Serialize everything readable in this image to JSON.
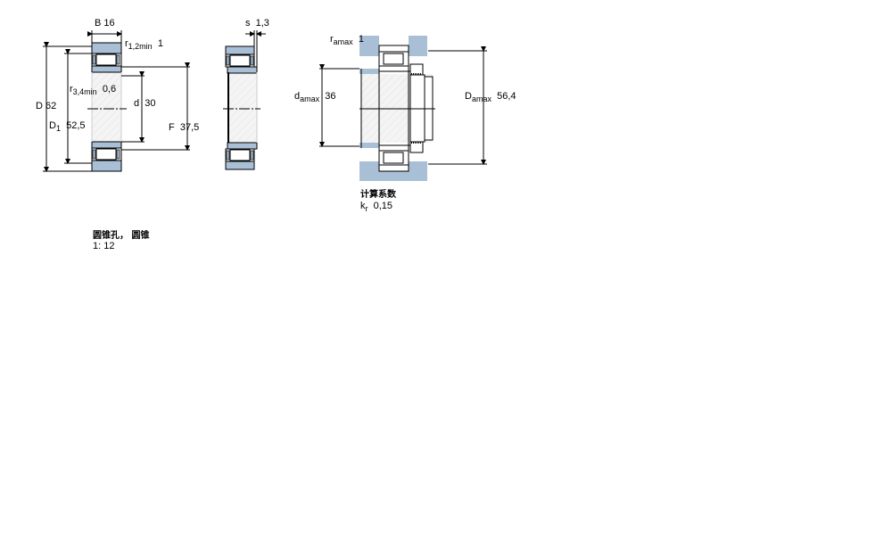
{
  "colors": {
    "steel_fill": "#a9bfd6",
    "bore_fill": "#eeeeee",
    "line": "#000000",
    "background": "#ffffff"
  },
  "bearing_view": {
    "B": {
      "symbol": "B",
      "value": "16"
    },
    "r12": {
      "symbol": "r",
      "sub": "1,2min",
      "value": "1"
    },
    "r34": {
      "symbol": "r",
      "sub": "3,4min",
      "value": "0,6"
    },
    "D": {
      "symbol": "D",
      "value": "62"
    },
    "D1": {
      "symbol": "D",
      "sub": "1",
      "value": "52,5"
    },
    "d": {
      "symbol": "d",
      "value": "30"
    },
    "F": {
      "symbol": "F",
      "value": "37,5"
    }
  },
  "side_view": {
    "s": {
      "symbol": "s",
      "value": "1,3"
    }
  },
  "mounting_view": {
    "ramax": {
      "symbol": "r",
      "sub": "amax",
      "value": "1"
    },
    "damax": {
      "symbol": "d",
      "sub": "amax",
      "value": "36"
    },
    "Damax": {
      "symbol": "D",
      "sub": "amax",
      "value": "56,4"
    }
  },
  "calc_factors": {
    "title": "计算系数",
    "kr": {
      "symbol": "k",
      "sub": "r",
      "value": "0,15"
    }
  },
  "taper_note": {
    "line1": "圆锥孔，  圆锥",
    "line2": "1:  12"
  }
}
